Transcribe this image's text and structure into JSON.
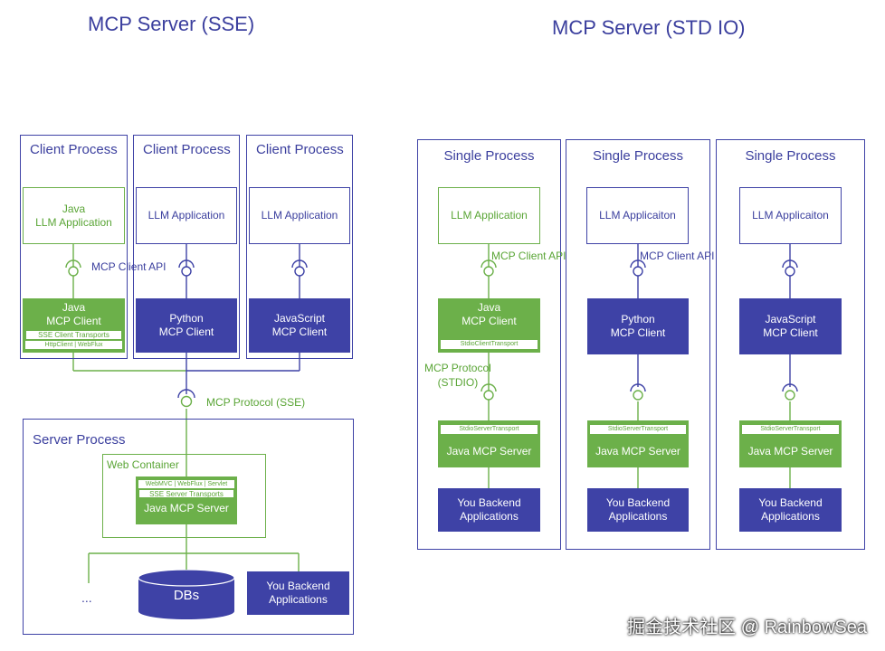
{
  "sse": {
    "title": "MCP Server (SSE)",
    "clients": [
      {
        "process": "Client Process",
        "app": "Java\nLLM Application",
        "client": "Java\nMCP Client",
        "transport": "SSE Client Transports",
        "libs": "HttpClient | WebFlux"
      },
      {
        "process": "Client Process",
        "app": "LLM Application",
        "client": "Python\nMCP Client"
      },
      {
        "process": "Client Process",
        "app": "LLM Application",
        "client": "JavaScript\nMCP Client"
      }
    ],
    "client_api_label": "MCP Client API",
    "protocol_label": "MCP Protocol (SSE)",
    "server": {
      "process": "Server Process",
      "container": "Web Container",
      "frameworks": "WebMVC | WebFlux | Servlet",
      "transports": "SSE Server Transports",
      "server_name": "Java MCP Server",
      "ellipsis": "...",
      "db": "DBs",
      "backend": "You Backend\nApplications"
    }
  },
  "stdio": {
    "title": "MCP Server (STD IO)",
    "client_api_label": "MCP Client API",
    "protocol_label": "MCP Protocol\n(STDIO)",
    "processes": [
      {
        "process": "Single Process",
        "app": "LLM Application",
        "client": "Java\nMCP Client",
        "client_transport": "StdioClientTransport",
        "server_transport": "StdioServerTransport",
        "server": "Java MCP Server",
        "backend": "You Backend\nApplications"
      },
      {
        "process": "Single Process",
        "app": "LLM Applicaiton",
        "client": "Python\nMCP Client",
        "server_transport": "StdioServerTransport",
        "server": "Java MCP Server",
        "backend": "You Backend\nApplications"
      },
      {
        "process": "Single Process",
        "app": "LLM Applicaiton",
        "client": "JavaScript\nMCP Client",
        "server_transport": "StdioServerTransport",
        "server": "Java MCP Server",
        "backend": "You Backend\nApplications"
      }
    ]
  },
  "watermark": "掘金技术社区 @ RainbowSea",
  "colors": {
    "blue": "#3e42a6",
    "green": "#6cb04a",
    "title": "#3b3f9e"
  }
}
